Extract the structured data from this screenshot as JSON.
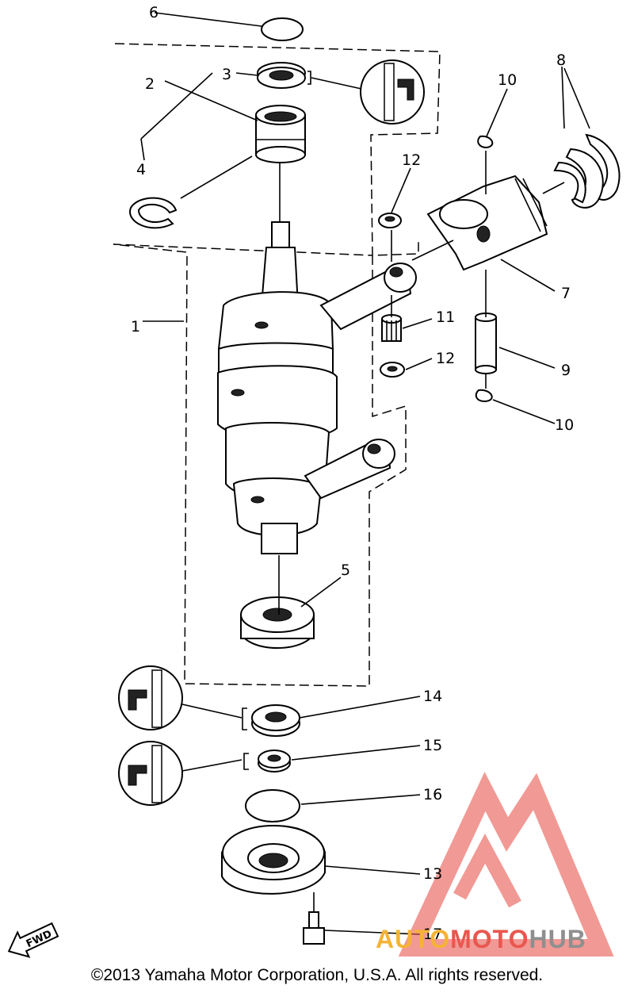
{
  "callouts": [
    "1",
    "2",
    "3",
    "4",
    "5",
    "6",
    "7",
    "8",
    "9",
    "10",
    "10",
    "11",
    "12",
    "12",
    "13",
    "14",
    "15",
    "16",
    "17"
  ],
  "fwd_badge": "FWD",
  "copyright": "©2013 Yamaha Motor Corporation, U.S.A. All rights reserved.",
  "watermark": {
    "part1": "AUTO",
    "part2": "MOTO",
    "part3": "HUB",
    "color_auto": "#f5b335",
    "color_moto": "#e8574f",
    "color_hub": "#8f8f8f",
    "logo_color": "#e8574f"
  }
}
